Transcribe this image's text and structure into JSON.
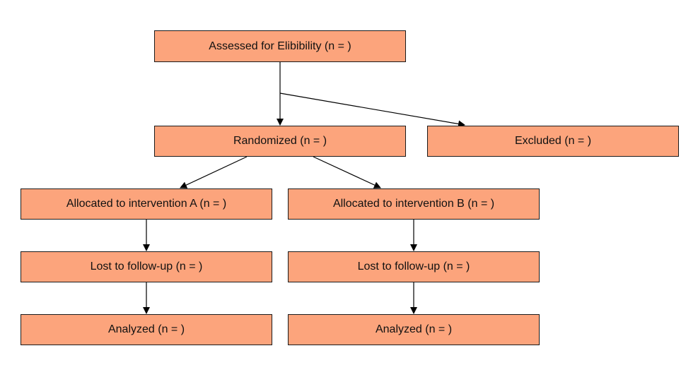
{
  "colors": {
    "node_fill": "#fca47c",
    "node_border": "#1a1a1a",
    "edge": "#000000"
  },
  "nodes": {
    "assessed": {
      "label": "Assessed for Elibibility (n = )"
    },
    "randomized": {
      "label": "Randomized (n = )"
    },
    "excluded": {
      "label": "Excluded (n = )"
    },
    "alloc_a": {
      "label": "Allocated to intervention A (n = )"
    },
    "alloc_b": {
      "label": "Allocated to intervention B (n = )"
    },
    "lost_a": {
      "label": "Lost to follow-up (n = )"
    },
    "lost_b": {
      "label": "Lost to follow-up (n = )"
    },
    "analyzed_a": {
      "label": "Analyzed (n = )"
    },
    "analyzed_b": {
      "label": "Analyzed (n = )"
    }
  },
  "edges": [
    {
      "from": "assessed",
      "to": "randomized"
    },
    {
      "from": "assessed",
      "to": "excluded"
    },
    {
      "from": "randomized",
      "to": "alloc_a"
    },
    {
      "from": "randomized",
      "to": "alloc_b"
    },
    {
      "from": "alloc_a",
      "to": "lost_a"
    },
    {
      "from": "alloc_b",
      "to": "lost_b"
    },
    {
      "from": "lost_a",
      "to": "analyzed_a"
    },
    {
      "from": "lost_b",
      "to": "analyzed_b"
    }
  ]
}
